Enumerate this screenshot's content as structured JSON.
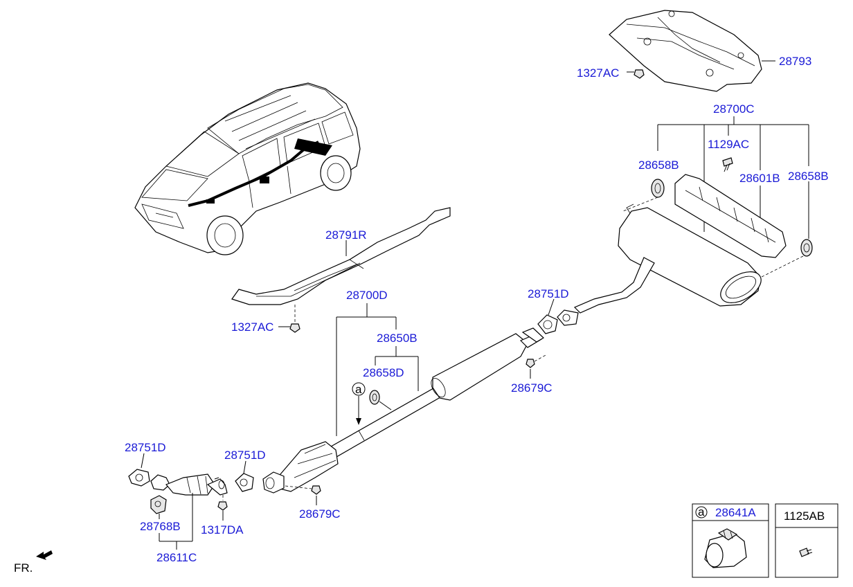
{
  "labels": {
    "p28793": "28793",
    "p1327AC_top": "1327AC",
    "p28700C": "28700C",
    "p1129AC": "1129AC",
    "p28658B_left": "28658B",
    "p28601B": "28601B",
    "p28658B_right": "28658B",
    "p28791R": "28791R",
    "p1327AC_mid": "1327AC",
    "p28700D": "28700D",
    "p28751D_mid": "28751D",
    "p28650B": "28650B",
    "p28658D": "28658D",
    "p28679C_right": "28679C",
    "p28751D_left": "28751D",
    "p28751D_center": "28751D",
    "p28768B": "28768B",
    "p1317DA": "1317DA",
    "p28611C": "28611C",
    "p28679C_bottom": "28679C",
    "callout_a": "a"
  },
  "legend": {
    "box_a_marker": "a",
    "box_a_part": "28641A",
    "box_b_part": "1125AB"
  },
  "direction": {
    "label": "FR."
  }
}
